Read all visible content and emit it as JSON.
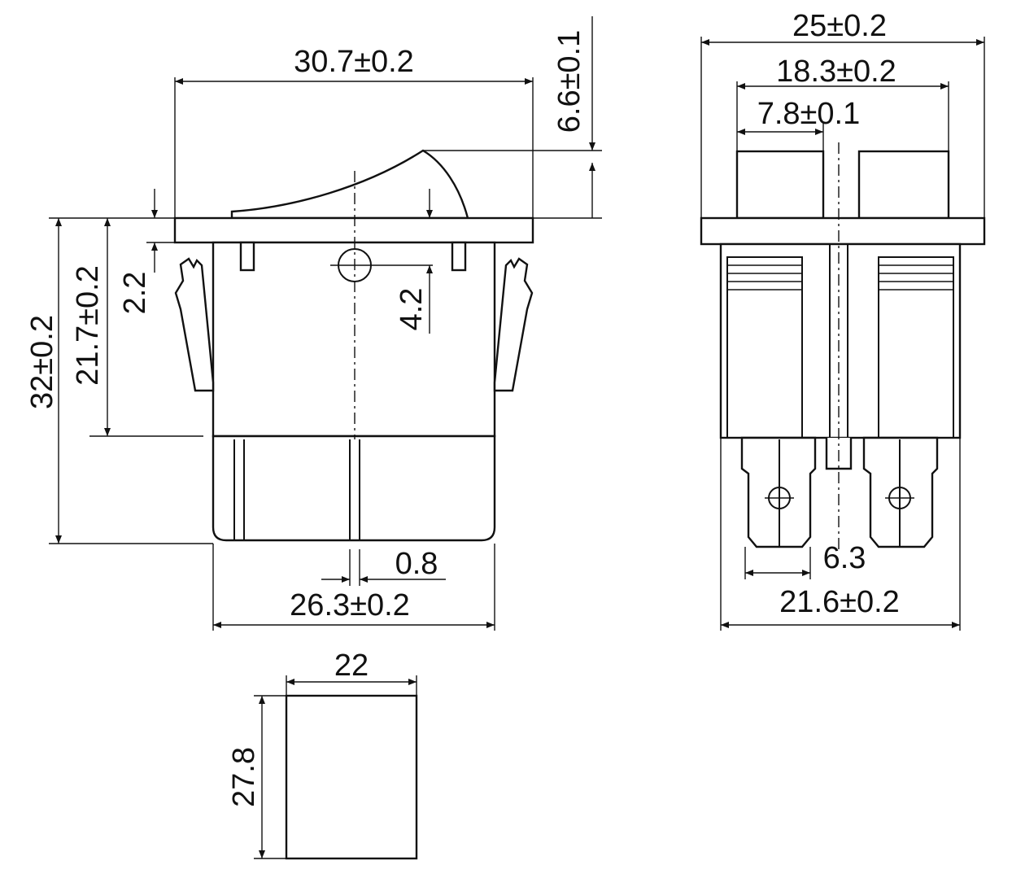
{
  "dimensions": {
    "side_view": {
      "overall_width": "30.7±0.2",
      "rocker_height": "6.6±0.1",
      "total_height": "32±0.2",
      "body_height": "21.7±0.2",
      "flange_thickness": "2.2",
      "pivot_offset": "4.2",
      "gap": "0.8",
      "base_width": "26.3±0.2"
    },
    "front_view": {
      "flange_width": "25±0.2",
      "rocker_span": "18.3±0.2",
      "rocker_pad_width": "7.8±0.1",
      "terminal_width": "6.3",
      "body_width": "21.6±0.2"
    },
    "panel_cutout": {
      "width": "22",
      "height": "27.8"
    }
  }
}
